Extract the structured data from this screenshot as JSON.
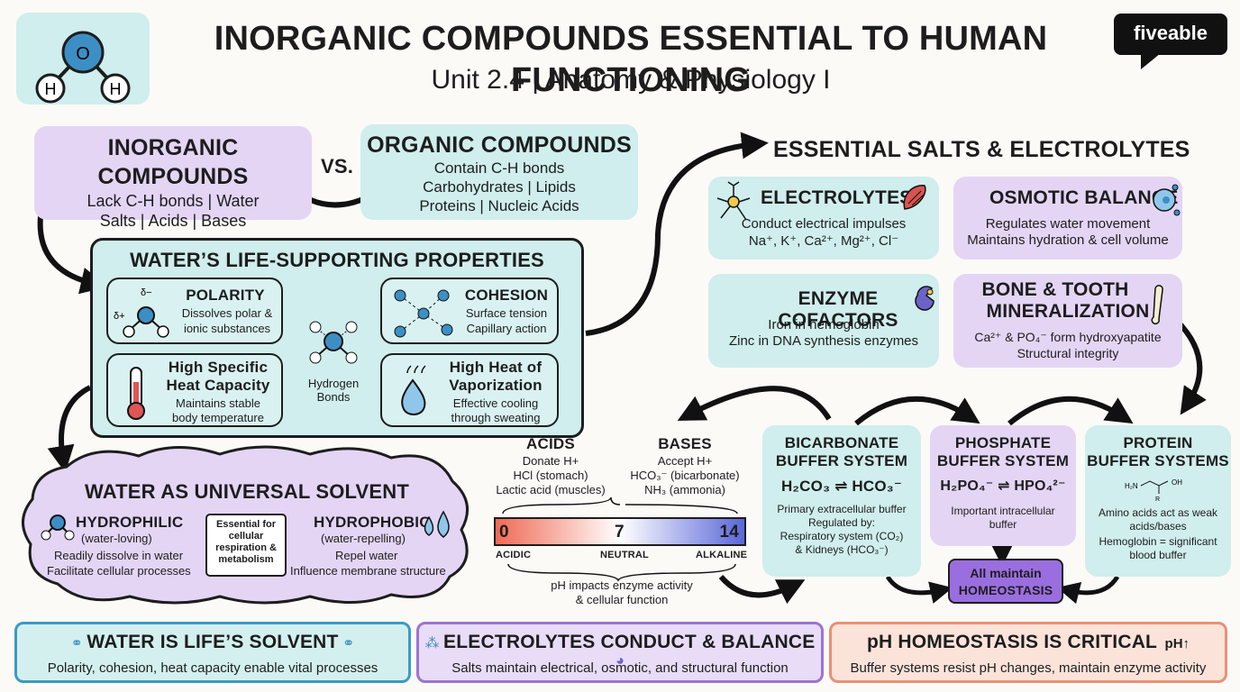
{
  "header": {
    "title": "INORGANIC COMPOUNDS ESSENTIAL TO HUMAN FUNCTIONING",
    "subtitle": "Unit 2.4 | Anatomy & Physiology I",
    "logo": "fiveable",
    "water_atoms": {
      "o": "O",
      "h1": "H",
      "h2": "H"
    }
  },
  "inorganic": {
    "title": "INORGANIC COMPOUNDS",
    "line1": "Lack C-H bonds | Water",
    "line2": "Salts | Acids | Bases"
  },
  "vs": "VS.",
  "organic": {
    "title": "ORGANIC COMPOUNDS",
    "line1": "Contain C-H bonds",
    "line2": "Carbohydrates | Lipids",
    "line3": "Proteins | Nucleic Acids"
  },
  "water_props": {
    "title": "WATER’S LIFE-SUPPORTING PROPERTIES",
    "center_label": "Hydrogen\nBonds",
    "polarity": {
      "title": "POLARITY",
      "line1": "Dissolves polar &",
      "line2": "ionic substances",
      "delta_minus": "δ−",
      "delta_plus": "δ+"
    },
    "cohesion": {
      "title": "COHESION",
      "line1": "Surface tension",
      "line2": "Capillary action"
    },
    "heat_capacity": {
      "title1": "High Specific",
      "title2": "Heat Capacity",
      "line1": "Maintains stable",
      "line2": "body temperature"
    },
    "vaporization": {
      "title1": "High Heat of",
      "title2": "Vaporization",
      "line1": "Effective cooling",
      "line2": "through sweating"
    }
  },
  "solvent": {
    "title": "WATER AS UNIVERSAL SOLVENT",
    "hydrophilic": {
      "title": "HYDROPHILIC",
      "sub": "(water-loving)",
      "line1": "Readily dissolve in water",
      "line2": "Facilitate cellular processes"
    },
    "essential": "Essential for cellular respiration & metabolism",
    "hydrophobic": {
      "title": "HYDROPHOBIC",
      "sub": "(water-repelling)",
      "line1": "Repel water",
      "line2": "Influence membrane structure"
    }
  },
  "acids": {
    "title": "ACIDS",
    "line1": "Donate H+",
    "line2": "HCl (stomach)",
    "line3": "Lactic acid (muscles)"
  },
  "bases": {
    "title": "BASES",
    "line1": "Accept H+",
    "line2": "HCO₃⁻ (bicarbonate)",
    "line3": "NH₃ (ammonia)"
  },
  "ph_scale": {
    "min": 0,
    "mid": 7,
    "max": 14,
    "label_min": "ACIDIC",
    "label_mid": "NEUTRAL",
    "label_max": "ALKALINE",
    "note": "pH impacts enzyme activity\n& cellular function",
    "colors": [
      "#ef6a55",
      "#ffffff",
      "#5a67d8"
    ]
  },
  "salts": {
    "title": "ESSENTIAL SALTS & ELECTROLYTES",
    "electrolytes": {
      "title": "ELECTROLYTES",
      "line1": "Conduct electrical impulses",
      "line2": "Na⁺, K⁺, Ca²⁺, Mg²⁺, Cl⁻"
    },
    "osmotic": {
      "title": "OSMOTIC BALANCE",
      "line1": "Regulates water movement",
      "line2": "Maintains hydration & cell volume"
    },
    "cofactors": {
      "title": "ENZYME COFACTORS",
      "line1": "Iron in hemoglobin",
      "line2": "Zinc in DNA synthesis enzymes"
    },
    "bone": {
      "title1": "BONE & TOOTH",
      "title2": "MINERALIZATION",
      "line1": "Ca²⁺ & PO₄⁻ form hydroxyapatite",
      "line2": "Structural integrity"
    }
  },
  "buffers": {
    "bicarbonate": {
      "title1": "BICARBONATE",
      "title2": "BUFFER SYSTEM",
      "equation": "H₂CO₃ ⇌ HCO₃⁻",
      "line1": "Primary extracellular buffer",
      "line2": "Regulated by:",
      "line3": "Respiratory system (CO₂)",
      "line4": "& Kidneys (HCO₃⁻)"
    },
    "phosphate": {
      "title1": "PHOSPHATE",
      "title2": "BUFFER SYSTEM",
      "equation": "H₂PO₄⁻ ⇌ HPO₄²⁻",
      "line1": "Important intracellular",
      "line2": "buffer"
    },
    "protein": {
      "title1": "PROTEIN",
      "title2": "BUFFER SYSTEMS",
      "mol_left": "H₂N",
      "mol_right": "OH",
      "mol_r": "R",
      "line1": "Amino acids act as weak",
      "line2": "acids/bases",
      "line3": "Hemoglobin = significant",
      "line4": "blood buffer"
    },
    "homeostasis1": "All maintain",
    "homeostasis2": "HOMEOSTASIS"
  },
  "footer": {
    "water": {
      "title": "WATER IS LIFE’S SOLVENT",
      "line": "Polarity, cohesion, heat capacity enable vital processes",
      "color": "#3c9bc1"
    },
    "electro": {
      "title": "ELECTROLYTES CONDUCT & BALANCE",
      "line": "Salts maintain electrical, osmotic, and structural function",
      "color": "#9b74d1"
    },
    "ph": {
      "title": "pH HOMEOSTASIS IS CRITICAL",
      "line": "Buffer systems resist pH changes, maintain enzyme activity",
      "icon": "pH",
      "color": "#e89174"
    }
  }
}
